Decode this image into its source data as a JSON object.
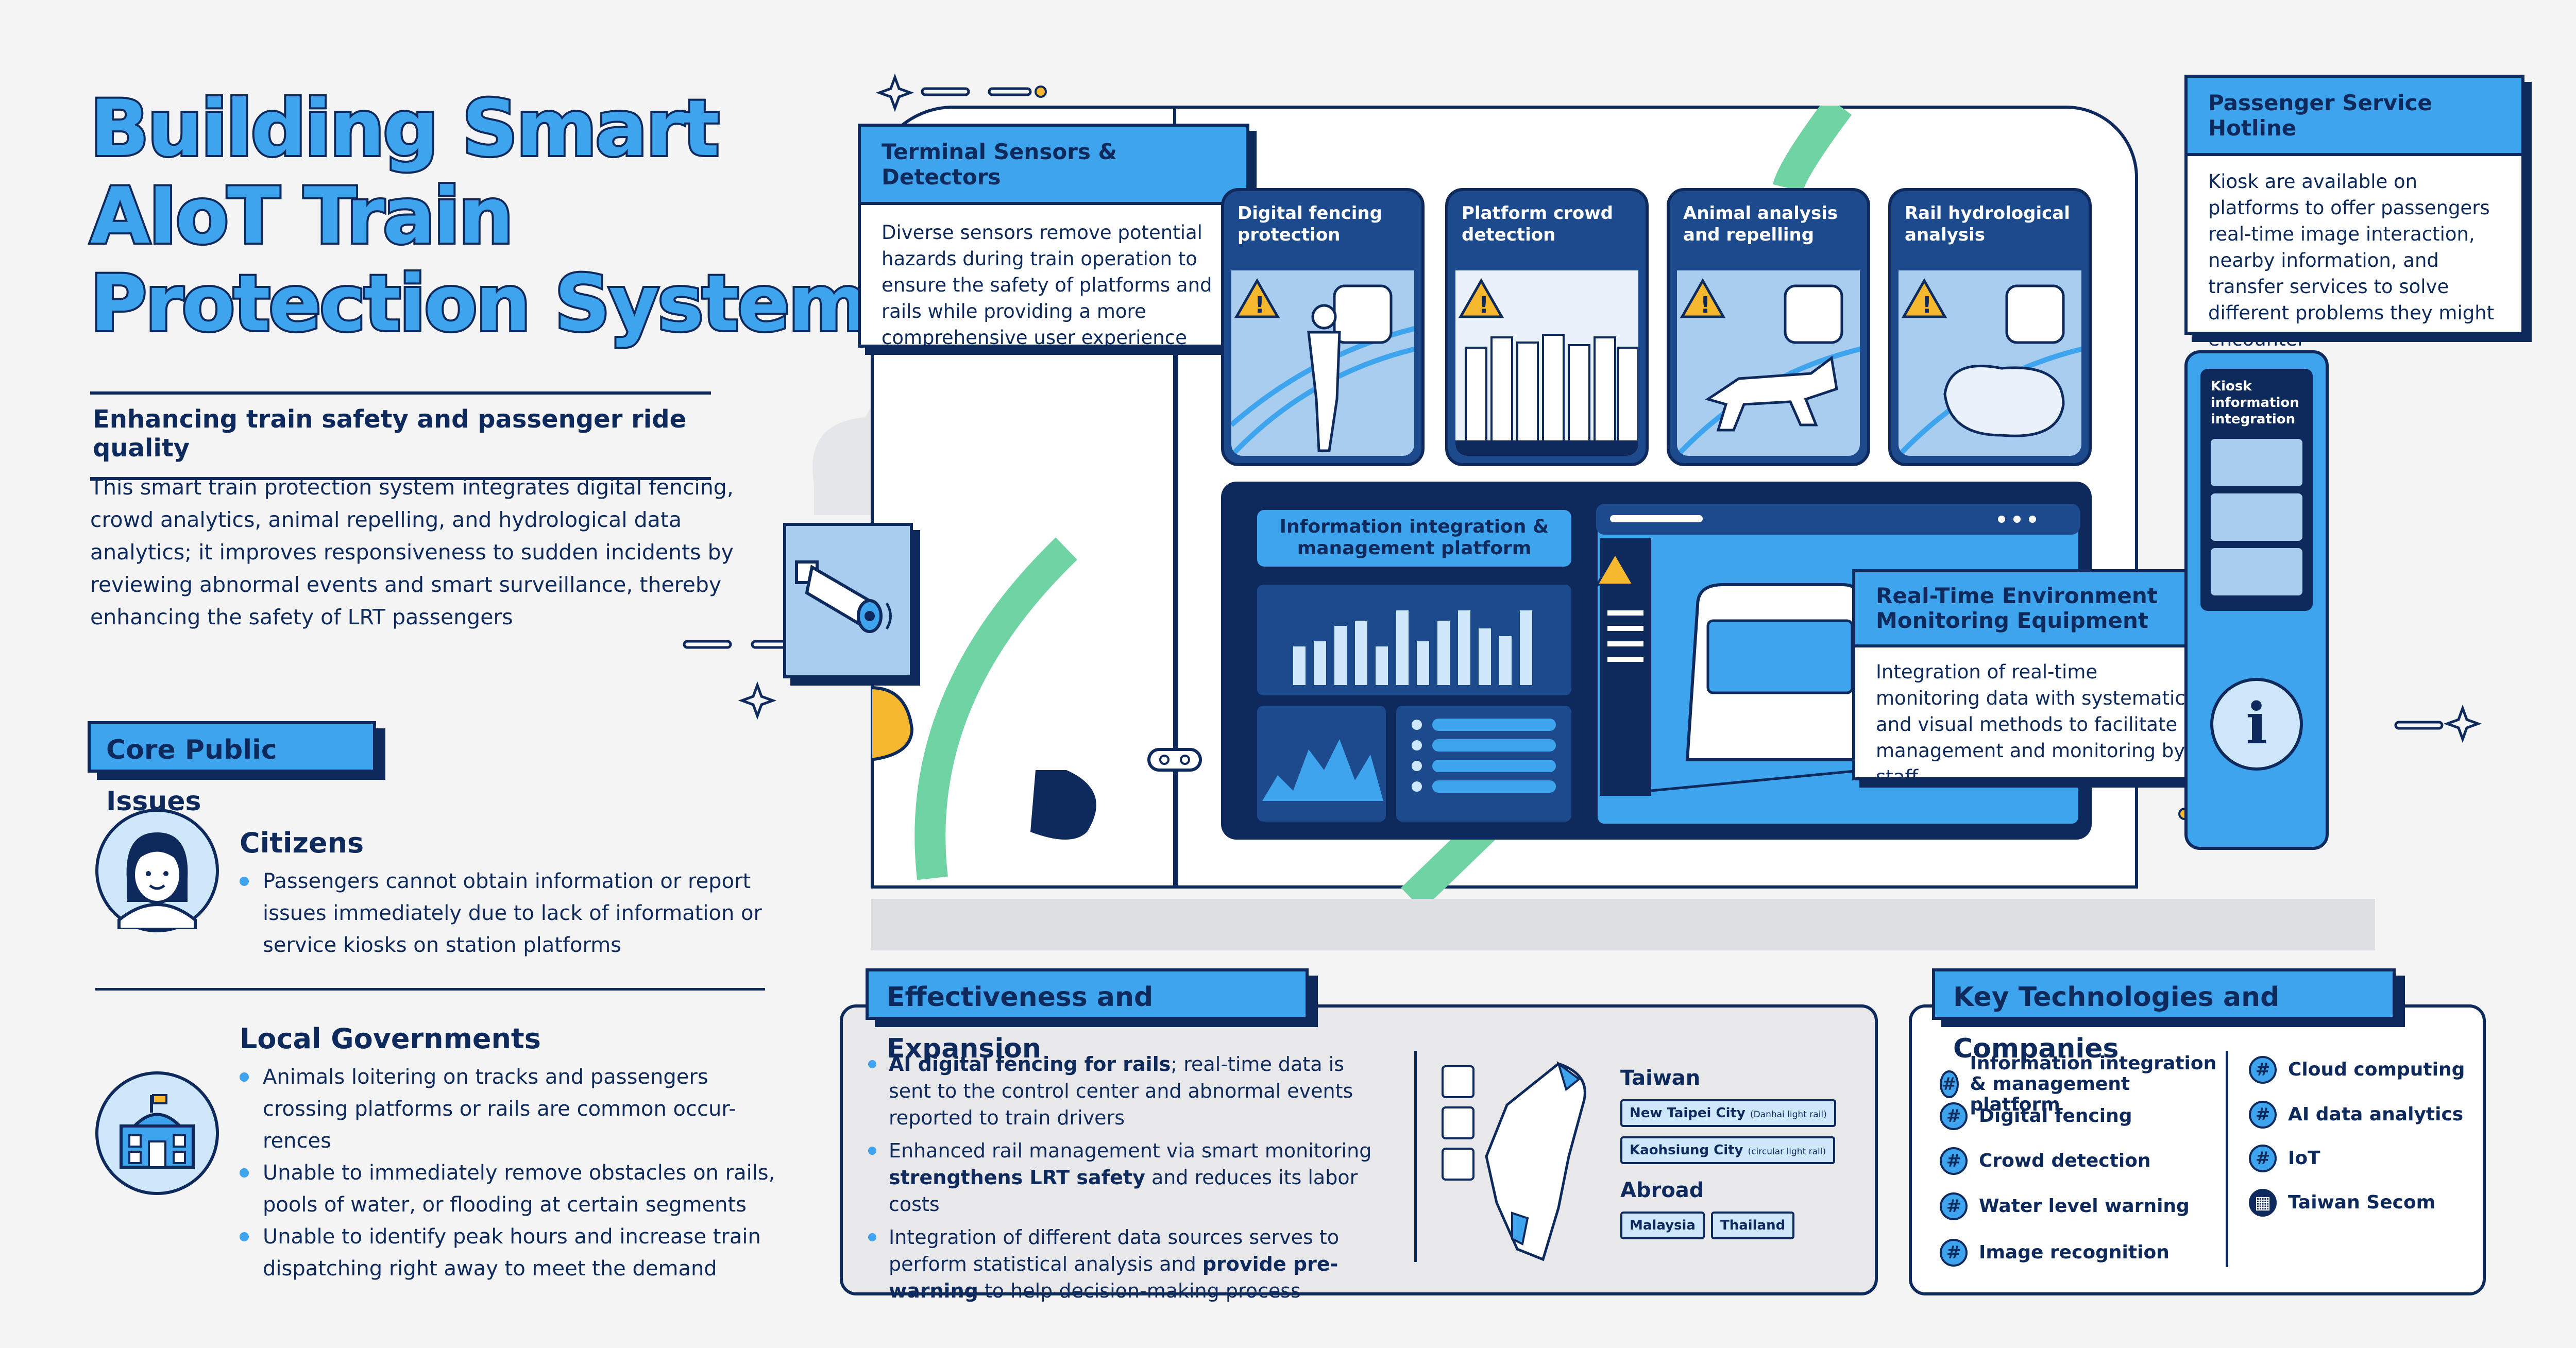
{
  "header": {
    "title": "Building Smart AIoT Train Protection System",
    "subtitle": "Enhancing train safety and passenger ride quality",
    "intro": "This smart train protection system integrates digital fencing, crowd analytics, animal repelling, and hydrological data analytics; it improves responsiveness to sudden incidents by reviewing abnormal events and smart surveillance, thereby enhancing the safety of LRT passengers"
  },
  "issues": {
    "tag": "Core Public Issues",
    "groups": [
      {
        "heading": "Citizens",
        "bullets": [
          "Passengers cannot obtain information or report issues immediately due to lack of information or service kiosks on station platforms"
        ]
      },
      {
        "heading": "Local Governments",
        "bullets": [
          "Animals loitering on tracks and passengers crossing platforms or rails are common occur-rences",
          "Unable to immediately remove obstacles on rails, pools of water, or flooding at certain segments",
          "Unable to identify peak hours and increase train dispatching right away to meet the demand"
        ]
      }
    ]
  },
  "sensors": {
    "title": "Terminal Sensors & Detectors",
    "body": "Diverse sensors remove potential hazards during train operation to ensure the safety of platforms and rails while providing a more comprehensive user experience"
  },
  "scenes": [
    {
      "label": "Digital fencing protection"
    },
    {
      "label": "Platform crowd detection"
    },
    {
      "label": "Animal analysis and repelling"
    },
    {
      "label": "Rail hydrological analysis"
    }
  ],
  "platform": {
    "label": "Information integration & management platform"
  },
  "monitoring": {
    "title": "Real-Time Environment Monitoring Equipment",
    "body": "Integration of real-time monitoring data with systematic and visual methods to facilitate management and monitoring by staff"
  },
  "hotline": {
    "title": "Passenger Service Hotline",
    "body": "Kiosk are available on platforms to offer passengers real-time image interaction, nearby information, and transfer services to solve different problems they might encounter"
  },
  "kiosk": {
    "label": "Kiosk information integration"
  },
  "effectiveness": {
    "tag": "Effectiveness and Expansion",
    "items": [
      {
        "strong": "AI digital fencing for rails",
        "rest": "; real-time data is sent to the control center and abnormal events reported to train drivers"
      },
      {
        "pre": "Enhanced rail management via smart monitoring ",
        "strong": "strengthens LRT safety",
        "post": " and reduces its labor costs"
      },
      {
        "pre": "Integration of different data sources serves to perform statistical analysis and ",
        "strong": "provide pre-warning",
        "post": " to help decision-making process"
      }
    ],
    "taiwan_label": "Taiwan",
    "taiwan_chips": [
      {
        "name": "New Taipei City",
        "note": "(Danhai light rail)"
      },
      {
        "name": "Kaohsiung City",
        "note": "(circular light rail)"
      }
    ],
    "abroad_label": "Abroad",
    "abroad_chips": [
      "Malaysia",
      "Thailand"
    ]
  },
  "tech": {
    "tag": "Key Technologies and Companies",
    "left": [
      "Information integration & management platform",
      "Digital fencing",
      "Crowd detection",
      "Water level warning",
      "Image recognition"
    ],
    "right": [
      "Cloud computing",
      "AI data analytics",
      "IoT",
      "Taiwan Secom"
    ]
  },
  "colors": {
    "navy": "#0e2a5c",
    "accent_blue": "#3fa4ee",
    "light_blue": "#cfe7fb",
    "green": "#6fd3a3",
    "yellow": "#f5b82e",
    "background": "#f4f4f5"
  }
}
